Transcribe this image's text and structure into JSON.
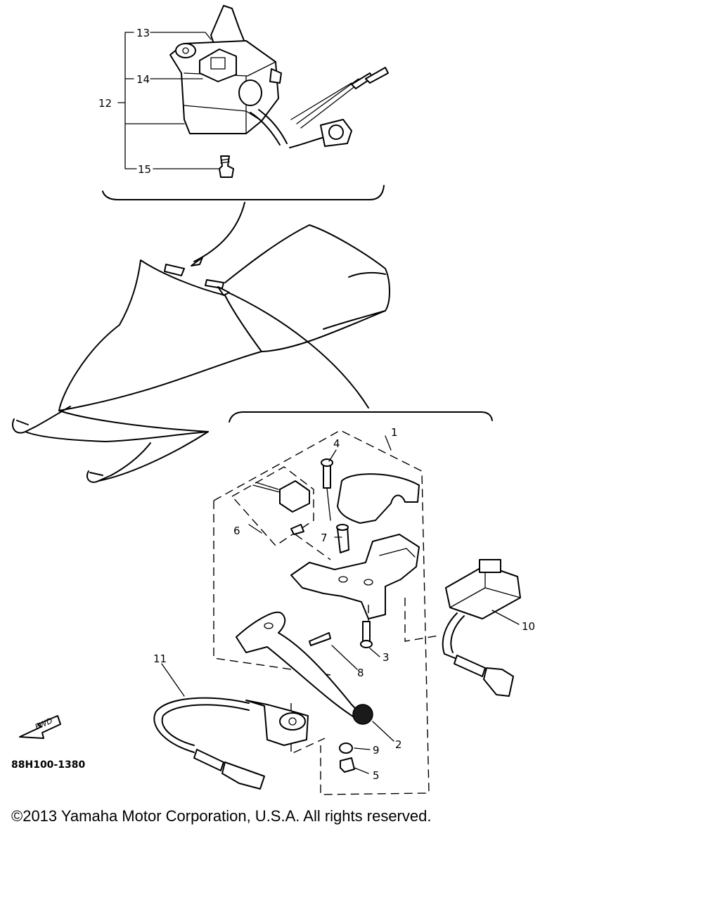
{
  "diagram": {
    "code": "88H100-1380",
    "fwd_label": "FWD",
    "callouts": {
      "c1": "1",
      "c2": "2",
      "c3": "3",
      "c4": "4",
      "c5": "5",
      "c6": "6",
      "c7": "7",
      "c8": "8",
      "c9": "9",
      "c10": "10",
      "c11": "11",
      "c12": "12",
      "c13": "13",
      "c14": "14",
      "c15": "15"
    }
  },
  "footer": {
    "copyright": "©2013 Yamaha Motor Corporation, U.S.A. All rights reserved."
  }
}
